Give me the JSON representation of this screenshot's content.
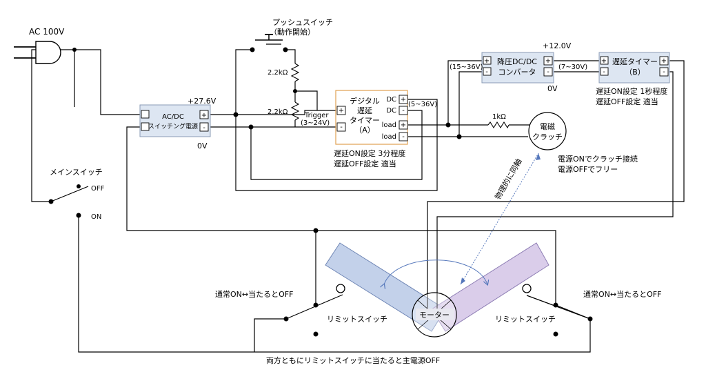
{
  "power": {
    "ac_label": "AC 100V"
  },
  "push_switch": {
    "line1": "プッシュスイッチ",
    "line2": "（動作開始）"
  },
  "resistors": {
    "r1": "2.2kΩ",
    "r2": "2.2kΩ",
    "r3": "1kΩ"
  },
  "psu": {
    "line1": "AC/DC",
    "line2": "スイッチング電源",
    "plus": "+",
    "minus": "-",
    "out_voltage": "+27.6V",
    "zero": "0V"
  },
  "timer_a": {
    "line1": "デジタル",
    "line2": "遅延",
    "line3": "タイマー",
    "line4": "（A）",
    "trig_line1": "Trigger",
    "trig_line2": "(3~24V)",
    "plus": "+",
    "minus": "-",
    "dc_label": "DC",
    "load_label": "load",
    "dc_range": "(5~36V)",
    "note1": "遅延ON設定 3分程度",
    "note2": "遅延OFF設定  適当"
  },
  "converter": {
    "line1": "降圧DC/DC",
    "line2": "コンバータ",
    "in_range": "(15~36V)",
    "out_voltage": "+12.0V",
    "zero": "0V",
    "plus": "+",
    "minus": "-"
  },
  "timer_b": {
    "line1": "遅延タイマー",
    "line2": "（B）",
    "in_range": "(7~30V)",
    "note1": "遅延ON設定 1秒程度",
    "note2": "遅延OFF設定  適当",
    "plus": "+",
    "minus": "-"
  },
  "clutch": {
    "line1": "電磁",
    "line2": "クラッチ",
    "note1": "電源ONでクラッチ接続",
    "note2": "電源OFFでフリー"
  },
  "main_switch": {
    "label": "メインスイッチ",
    "off": "OFF",
    "on": "ON"
  },
  "coaxial": "物理的に同軸",
  "motor": "モーター",
  "limit_left": {
    "label": "リミットスイッチ",
    "note": "通常ON↔当たるとOFF"
  },
  "limit_right": {
    "label": "リミットスイッチ",
    "note": "通常ON↔当たるとOFF"
  },
  "footer": "両方ともにリミットスイッチに当たると主電源OFF",
  "colors": {
    "arm_left": "#b9c9e6",
    "arm_right": "#d4c4e6",
    "box_fill": "#dde6f2",
    "timer_border": "#e0a050",
    "arrow": "#5577bb"
  }
}
